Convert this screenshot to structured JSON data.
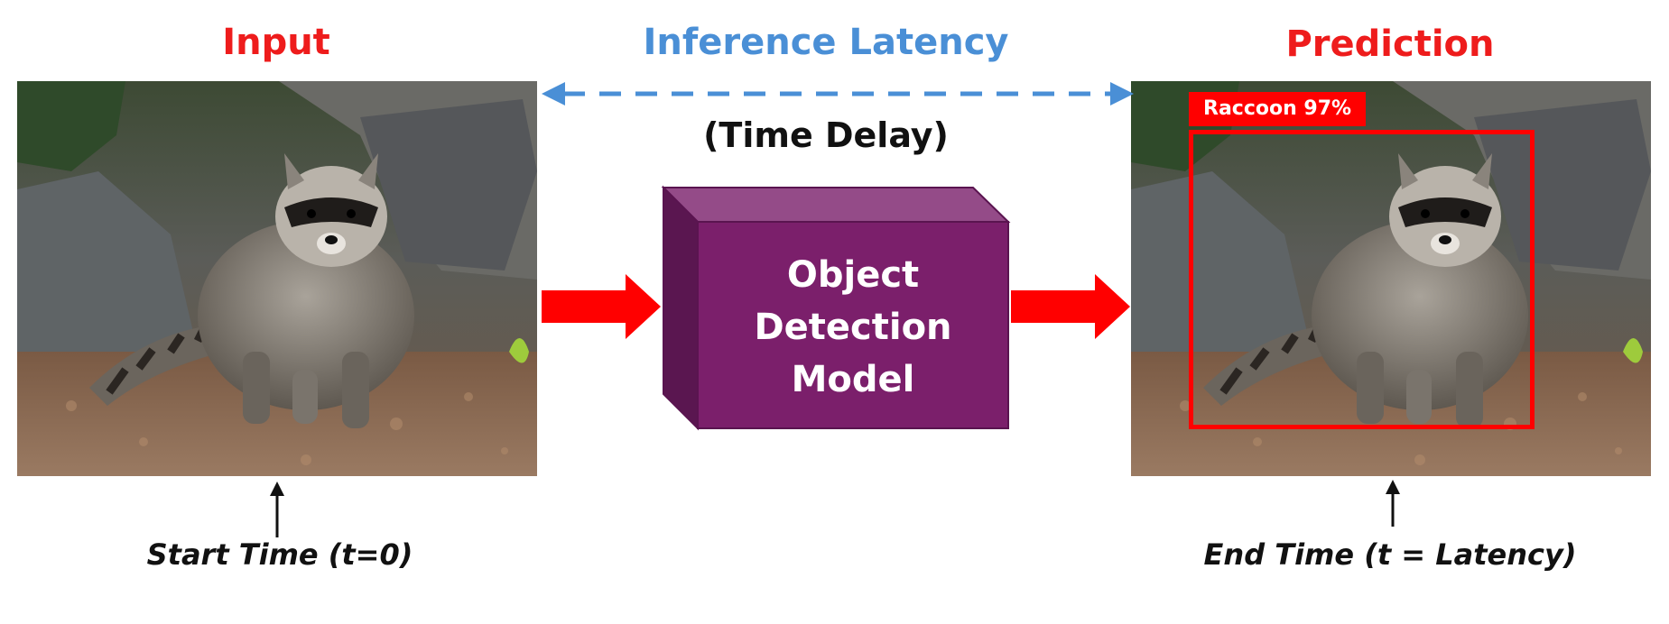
{
  "headings": {
    "input": "Input",
    "latency": "Inference Latency",
    "prediction": "Prediction"
  },
  "time_delay": "(Time Delay)",
  "model": {
    "line1": "Object",
    "line2": "Detection",
    "line3": "Model"
  },
  "detection": {
    "label": "Raccoon 97%"
  },
  "captions": {
    "start": "Start Time (t=0)",
    "end": "End Time (t = Latency)"
  },
  "colors": {
    "red_heading": "#ee1c1c",
    "blue_heading": "#4a8fd6",
    "model_box": "#7b1f6b",
    "arrow_red": "#ff0000",
    "bbox": "#ff0000"
  }
}
